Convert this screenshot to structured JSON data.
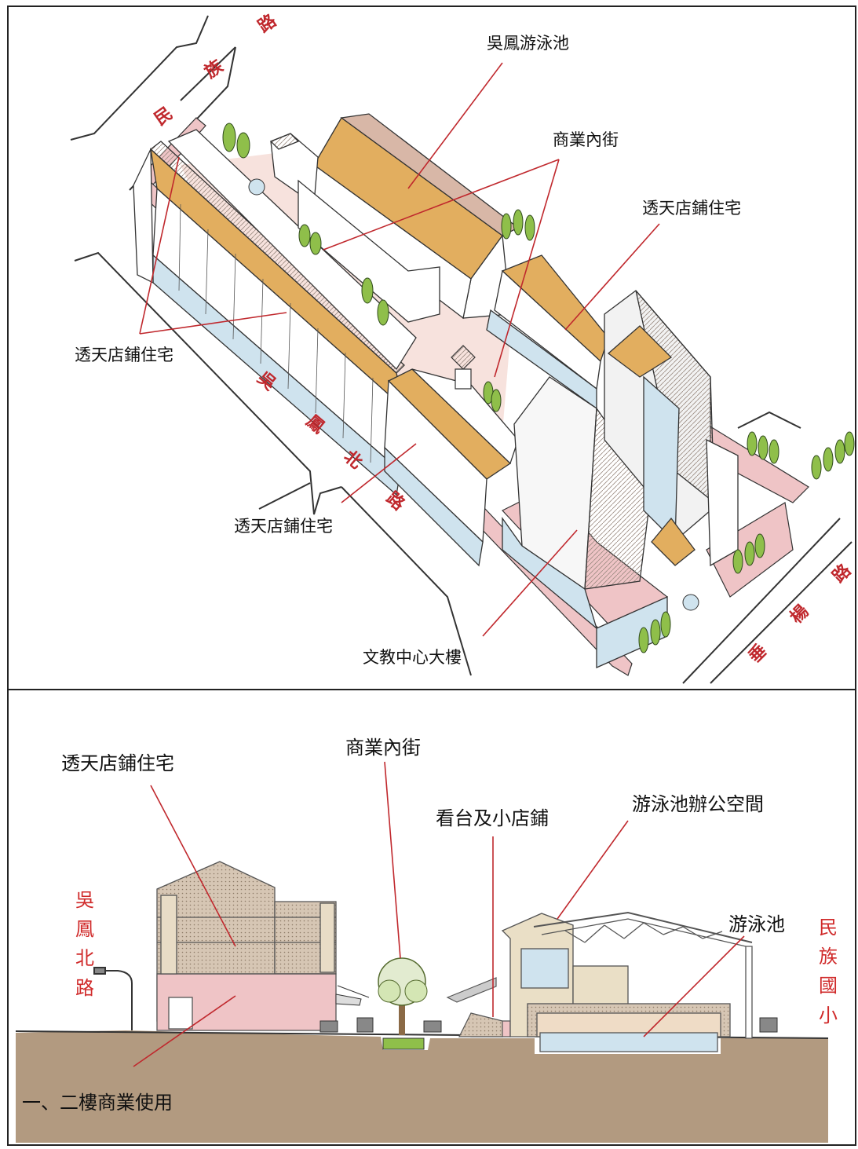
{
  "plan": {
    "labels": {
      "swimming_pool": "吳鳳游泳池",
      "commercial_street": "商業內街",
      "shophouse_right": "透天店鋪住宅",
      "shophouse_left": "透天店鋪住宅",
      "shophouse_bottom": "透天店鋪住宅",
      "education_tower": "文教中心大樓"
    },
    "roads": {
      "minzu": [
        "民",
        "族",
        "路"
      ],
      "wufeng_north": [
        "吳",
        "鳳",
        "北",
        "路"
      ],
      "chuiyang": [
        "垂",
        "楊",
        "路"
      ]
    }
  },
  "section": {
    "labels": {
      "shophouse": "透天店鋪住宅",
      "commercial_street": "商業內街",
      "stands_shops": "看台及小店鋪",
      "pool_office": "游泳池辦公空間",
      "pool": "游泳池",
      "ground_floors_commercial": "一、二樓商業使用"
    },
    "road_left": [
      "吳",
      "鳳",
      "北",
      "路"
    ],
    "road_right": [
      "民",
      "族",
      "國",
      "小"
    ]
  },
  "colors": {
    "roof": "#e2ae5f",
    "pink": "#efc4c6",
    "glass": "#cfe3ee",
    "tree": "#8fbf4a",
    "ground": "#b29a80",
    "leader": "#c0282d",
    "road_text": "#c0282d"
  }
}
